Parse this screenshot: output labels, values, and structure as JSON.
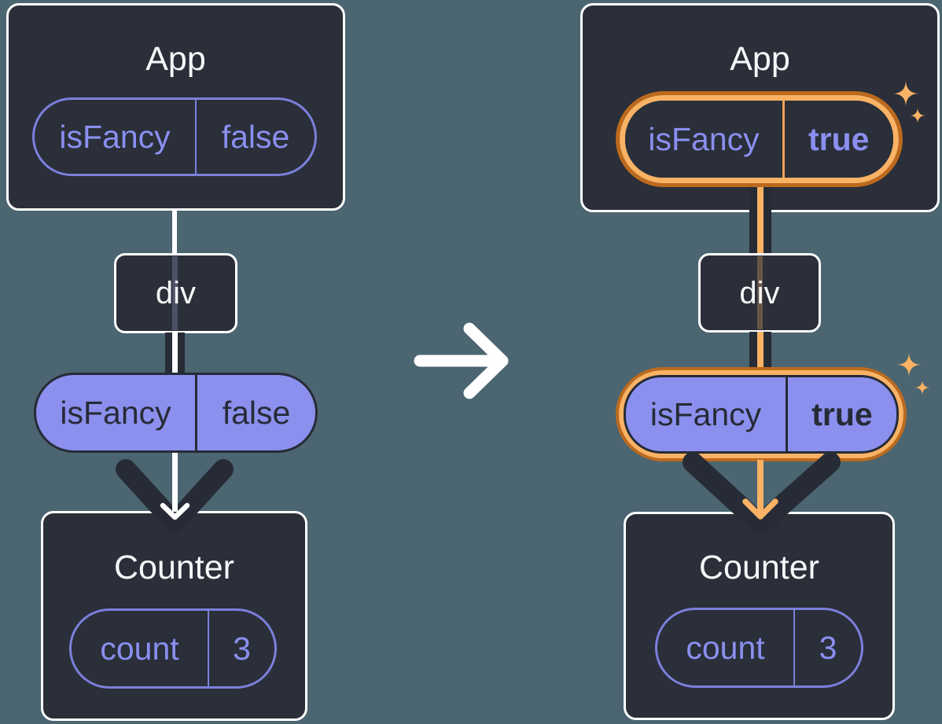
{
  "panels": {
    "before": {
      "app": {
        "title": "App"
      },
      "app_prop": {
        "name": "isFancy",
        "value": "false"
      },
      "div": {
        "title": "div"
      },
      "passed_prop": {
        "name": "isFancy",
        "value": "false"
      },
      "counter": {
        "title": "Counter"
      },
      "counter_state": {
        "name": "count",
        "value": "3"
      }
    },
    "after": {
      "app": {
        "title": "App"
      },
      "app_prop": {
        "name": "isFancy",
        "value": "true"
      },
      "div": {
        "title": "div"
      },
      "passed_prop": {
        "name": "isFancy",
        "value": "true"
      },
      "counter": {
        "title": "Counter"
      },
      "counter_state": {
        "name": "count",
        "value": "3"
      }
    }
  },
  "icons": {
    "transition": "arrow-right-icon",
    "flow": "chevron-down-arrow-icon",
    "highlight": "sparkles-icon"
  },
  "colors": {
    "background": "#4B6571",
    "card_background": "#2A2F39",
    "card_border": "#FFFFFF",
    "purple": "#8A8FF0",
    "purple_fill": "#8B90EE",
    "ink_dark": "#262B36",
    "orange_outer": "#BC6A1E",
    "orange_inner": "#FAB264",
    "white": "#FFFFFF"
  }
}
